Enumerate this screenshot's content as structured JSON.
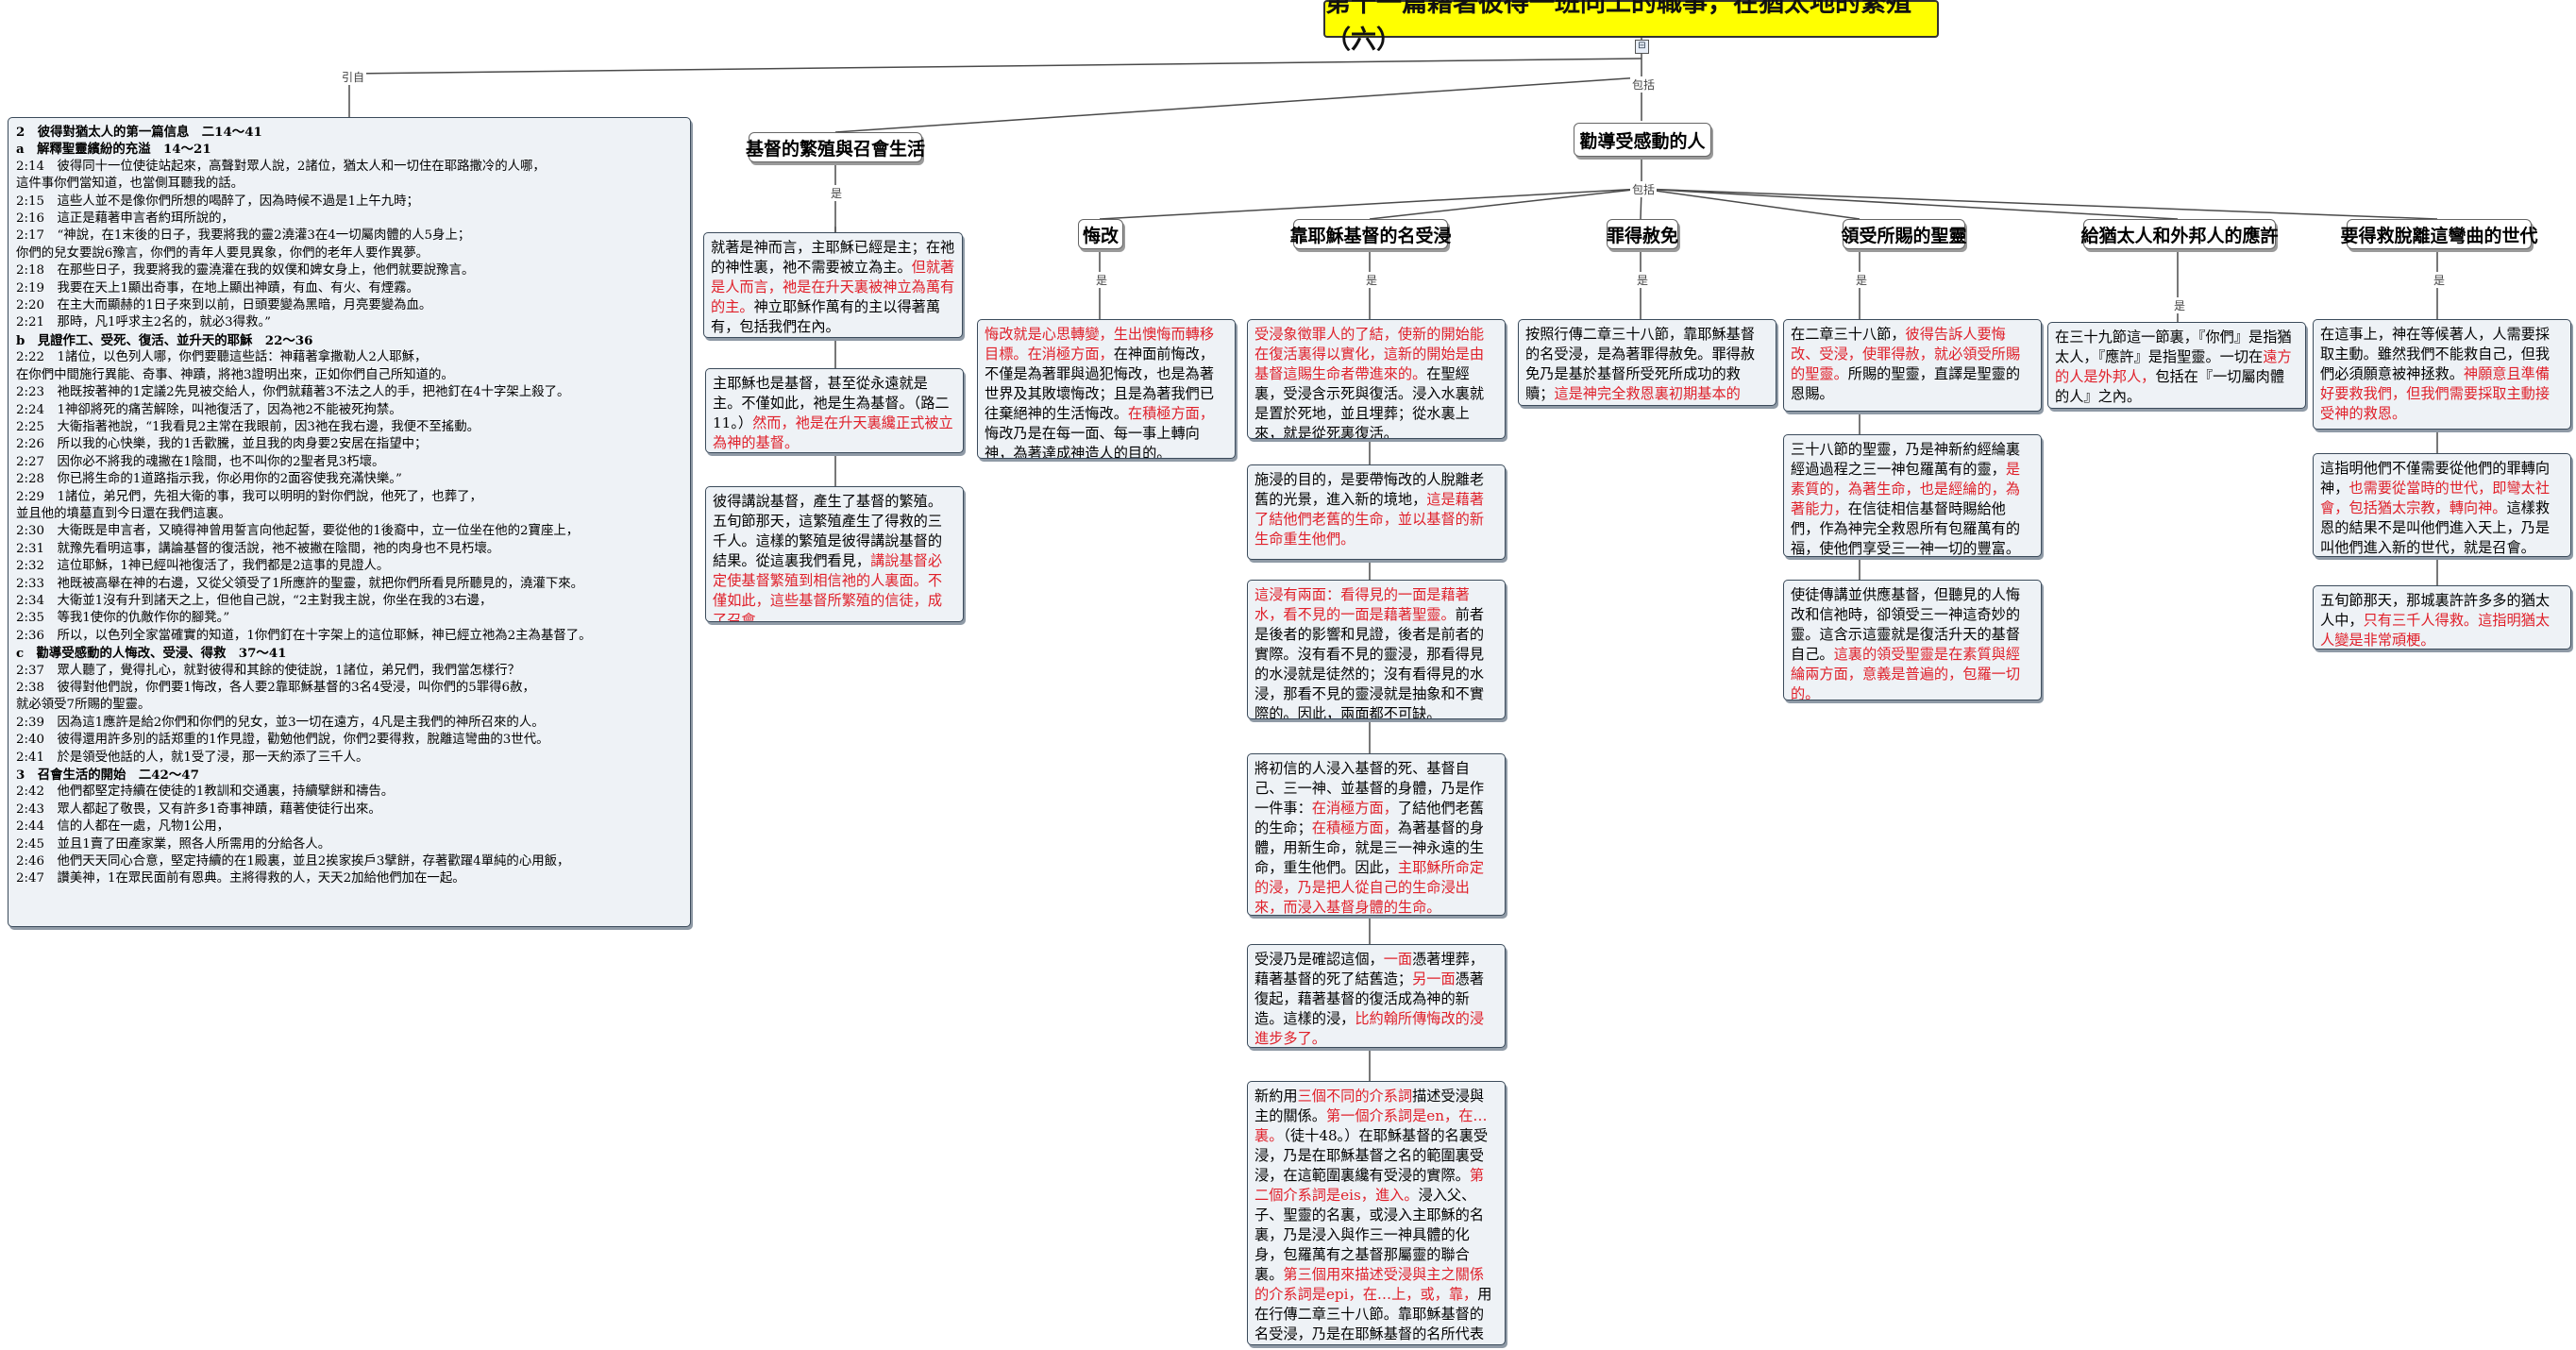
{
  "root": {
    "title": "第十一篇藉著彼得一班同工的職事，在猶太地的繁殖（六）",
    "expander": "⊟"
  },
  "links": {
    "intro": "引自",
    "includes": "包括",
    "topic_a_link": "是",
    "topic_b_link": "包括",
    "sub_links": [
      "是",
      "是",
      "是",
      "是",
      "是",
      "是"
    ]
  },
  "left_panel": {
    "lines": [
      {
        "t": "2　彼得對猶太人的第一篇信息　二14～41",
        "h": true
      },
      {
        "t": "a　解釋聖靈繽紛的充溢　14～21",
        "h": true
      },
      {
        "t": "2:14　彼得同十一位使徒站起來，高聲對眾人說，2諸位，猶太人和一切住在耶路撒冷的人哪，",
        "h": false
      },
      {
        "t": "這件事你們當知道，也當側耳聽我的話。",
        "h": false
      },
      {
        "t": "2:15　這些人並不是像你們所想的喝醉了，因為時候不過是1上午九時；",
        "h": false
      },
      {
        "t": "2:16　這正是藉著申言者約珥所說的，",
        "h": false
      },
      {
        "t": "2:17　“神說，在1末後的日子，我要將我的靈2澆灌3在4一切屬肉體的人5身上；",
        "h": false
      },
      {
        "t": "你們的兒女要說6豫言，你們的青年人要見異象，你們的老年人要作異夢。",
        "h": false
      },
      {
        "t": "2:18　在那些日子，我要將我的靈澆灌在我的奴僕和婢女身上，他們就要說豫言。",
        "h": false
      },
      {
        "t": "2:19　我要在天上1顯出奇事，在地上顯出神蹟，有血、有火、有煙霧。",
        "h": false
      },
      {
        "t": "2:20　在主大而顯赫的1日子來到以前，日頭要變為黑暗，月亮要變為血。",
        "h": false
      },
      {
        "t": "2:21　那時，凡1呼求主2名的，就必3得救。”",
        "h": false
      },
      {
        "t": "b　見證作工、受死、復活、並升天的耶穌　22～36",
        "h": true
      },
      {
        "t": "2:22　1諸位，以色列人哪，你們要聽這些話：神藉著拿撒勒人2人耶穌，",
        "h": false
      },
      {
        "t": "在你們中間施行異能、奇事、神蹟，將祂3證明出來，正如你們自己所知道的。",
        "h": false
      },
      {
        "t": "2:23　祂既按著神的1定議2先見被交給人，你們就藉著3不法之人的手，把祂釘在4十字架上殺了。",
        "h": false
      },
      {
        "t": "2:24　1神卻將死的痛苦解除，叫祂復活了，因為祂2不能被死拘禁。",
        "h": false
      },
      {
        "t": "2:25　大衛指著祂說，“1我看見2主常在我眼前，因3祂在我右邊，我便不至搖動。",
        "h": false
      },
      {
        "t": "2:26　所以我的心快樂，我的1舌歡騰，並且我的肉身要2安居在指望中；",
        "h": false
      },
      {
        "t": "2:27　因你必不將我的魂撇在1陰間，也不叫你的2聖者見3朽壞。",
        "h": false
      },
      {
        "t": "2:28　你已將生命的1道路指示我，你必用你的2面容使我充滿快樂。”",
        "h": false
      },
      {
        "t": "2:29　1諸位，弟兄們，先祖大衛的事，我可以明明的對你們說，他死了，也葬了，",
        "h": false
      },
      {
        "t": "並且他的墳墓直到今日還在我們這裏。",
        "h": false
      },
      {
        "t": "2:30　大衛既是申言者，又曉得神曾用誓言向他起誓，要從他的1後裔中，立一位坐在他的2寶座上，",
        "h": false
      },
      {
        "t": "2:31　就豫先看明這事，講論基督的復活說，祂不被撇在陰間，祂的肉身也不見朽壞。",
        "h": false
      },
      {
        "t": "2:32　這位耶穌，1神已經叫祂復活了，我們都是2這事的見證人。",
        "h": false
      },
      {
        "t": "2:33　祂既被高舉在神的右邊，又從父領受了1所應許的聖靈，就把你們所看見所聽見的，澆灌下來。",
        "h": false
      },
      {
        "t": "2:34　大衛並1沒有升到諸天之上，但他自己說，“2主對我主說，你坐在我的3右邊，",
        "h": false
      },
      {
        "t": "2:35　等我1使你的仇敵作你的腳凳。”",
        "h": false
      },
      {
        "t": "2:36　所以，以色列全家當確實的知道，1你們釘在十字架上的這位耶穌，神已經立祂為2主為基督了。",
        "h": false
      },
      {
        "t": "c　勸導受感動的人悔改、受浸、得救　37～41",
        "h": true
      },
      {
        "t": "2:37　眾人聽了，覺得扎心，就對彼得和其餘的使徒說，1諸位，弟兄們，我們當怎樣行？",
        "h": false
      },
      {
        "t": "2:38　彼得對他們說，你們要1悔改，各人要2靠耶穌基督的3名4受浸，叫你們的5罪得6赦，",
        "h": false
      },
      {
        "t": "就必領受7所賜的聖靈。",
        "h": false
      },
      {
        "t": "2:39　因為這1應許是給2你們和你們的兒女，並3一切在遠方，4凡是主我們的神所召來的人。",
        "h": false
      },
      {
        "t": "2:40　彼得還用許多別的話郑重的1作見證，勸勉他們說，你們2要得救，脫離這彎曲的3世代。",
        "h": false
      },
      {
        "t": "2:41　於是領受他話的人，就1受了浸，那一天約添了三千人。",
        "h": false
      },
      {
        "t": "3　召會生活的開始　二42～47",
        "h": true
      },
      {
        "t": "2:42　他們都堅定持續在使徒的1教訓和交通裏，持續擘餅和禱告。",
        "h": false
      },
      {
        "t": "2:43　眾人都起了敬畏，又有許多1奇事神蹟，藉著使徒行出來。",
        "h": false
      },
      {
        "t": "2:44　信的人都在一處，凡物1公用，",
        "h": false
      },
      {
        "t": "2:45　並且1賣了田產家業，照各人所需用的分給各人。",
        "h": false
      },
      {
        "t": "2:46　他們天天同心合意，堅定持續的在1殿裏，並且2挨家挨戶3擘餅，存著歡躍4單純的心用飯，",
        "h": false
      },
      {
        "t": "2:47　讚美神，1在眾民面前有恩典。主將得救的人，天天2加給他們加在一起。",
        "h": false
      }
    ]
  },
  "topics": {
    "church": "基督的繁殖與召會生活",
    "exhort": "勸導受感動的人",
    "repent": "悔改",
    "baptize": "靠耶穌基督的名受浸",
    "forgive": "罪得赦免",
    "spirit": "領受所賜的聖靈",
    "promise": "給猶太人和外邦人的應許",
    "saved": "要得救脫離這彎曲的世代"
  },
  "notes": {
    "church1": [
      {
        "t": "就著是神而言，主耶穌已經是主；在祂的神性裏，祂不需要被立為主。",
        "r": false
      },
      {
        "t": "但就著是人而言，祂是在升天裏被神立為萬有的主。",
        "r": true
      },
      {
        "t": "神立耶穌作萬有的主以得著萬有，包括我們在內。",
        "r": false
      }
    ],
    "church2": [
      {
        "t": "主耶穌也是基督，甚至從永遠就是主。不僅如此，祂是生為基督。（路二11。）",
        "r": false
      },
      {
        "t": "然而，祂是在升天裏纔正式被立為神的基督。",
        "r": true
      }
    ],
    "church3": [
      {
        "t": "彼得講說基督，產生了基督的繁殖。五旬節那天，這繁殖產生了得救的三千人。這樣的繁殖是彼得講說基督的結果。從這裏我們看見，",
        "r": false
      },
      {
        "t": "講說基督必定使基督繁殖到相信祂的人裏面。不僅如此，這些基督所繁殖的信徒，成了召會。",
        "r": true
      }
    ],
    "repent": [
      {
        "t": "悔改就是心思轉變，生出懊悔而轉移目標。在消極方面，",
        "r": true
      },
      {
        "t": "在神面前悔改，不僅是為著罪與過犯悔改，也是為著世界及其敗壞悔改；且是為著我們已往棄絕神的生活悔改。",
        "r": false
      },
      {
        "t": "在積極方面，",
        "r": true
      },
      {
        "t": "悔改乃是在每一面、每一事上轉向神，為著達成神造人的目的。",
        "r": false
      }
    ],
    "baptize1": [
      {
        "t": "受浸象徵罪人的了結，使新的開始能在復活裏得以實化，這新的開始是由基督這賜生命者帶進來的。",
        "r": true
      },
      {
        "t": "在聖經裏，受浸含示死與復活。浸入水裏就是置於死地，並且埋葬；從水裏上來，就是從死裏復活。",
        "r": false
      }
    ],
    "baptize2": [
      {
        "t": "施浸的目的，是要帶悔改的人脫離老舊的光景，進入新的境地，",
        "r": false
      },
      {
        "t": "這是藉著了結他們老舊的生命，並以基督的新生命重生他們。",
        "r": true
      }
    ],
    "baptize3": [
      {
        "t": "這浸有兩面：看得見的一面是藉著水，看不見的一面是藉著聖靈。",
        "r": true
      },
      {
        "t": "前者是後者的影響和見證，後者是前者的實際。沒有看不見的靈浸，那看得見的水浸就是徒然的；沒有看得見的水浸，那看不見的靈浸就是抽象和不實際的。因此，兩面都不可缺。",
        "r": false
      }
    ],
    "baptize4": [
      {
        "t": "將初信的人浸入基督的死、基督自己、三一神、並基督的身體，乃是作一件事：",
        "r": false
      },
      {
        "t": "在消極方面，",
        "r": true
      },
      {
        "t": "了結他們老舊的生命；",
        "r": false
      },
      {
        "t": "在積極方面，",
        "r": true
      },
      {
        "t": "為著基督的身體，用新生命，就是三一神永遠的生命，重生他們。因此，",
        "r": false
      },
      {
        "t": "主耶穌所命定的浸，乃是把人從自己的生命浸出來，而浸入基督身體的生命。",
        "r": true
      }
    ],
    "baptize5": [
      {
        "t": "受浸乃是確認這個，",
        "r": false
      },
      {
        "t": "一面",
        "r": true
      },
      {
        "t": "憑著埋葬，藉著基督的死了結舊造；",
        "r": false
      },
      {
        "t": "另一面",
        "r": true
      },
      {
        "t": "憑著復起，藉著基督的復活成為神的新造。這樣的浸，",
        "r": false
      },
      {
        "t": "比約翰所傳悔改的浸進步多了。",
        "r": true
      }
    ],
    "baptize6": [
      {
        "t": "新約用",
        "r": false
      },
      {
        "t": "三個不同的介系詞",
        "r": true
      },
      {
        "t": "描述受浸與主的關係。",
        "r": false
      },
      {
        "t": "第一個介系詞是en，在…裏。",
        "r": true
      },
      {
        "t": "（徒十48。）在耶穌基督的名裏受浸，乃是在耶穌基督之名的範圍裏受浸，在這範圍裏纔有受浸的實際。",
        "r": false
      },
      {
        "t": "第二個介系詞是eis，進入。",
        "r": true
      },
      {
        "t": "浸入父、子、聖靈的名裏，或浸入主耶穌的名裏，乃是浸入與作三一神具體的化身，包羅萬有之基督那屬靈的聯合裏。",
        "r": false
      },
      {
        "t": "第三個用來描述受浸與主之關係的介系詞是epi，在…上，或，靠，",
        "r": true
      },
      {
        "t": "用在行傳二章三十八節。靠耶穌基督的名受浸，乃是在耶穌基督的名所代表的立場上受浸。",
        "r": false
      }
    ],
    "forgive": [
      {
        "t": "按照行傳二章三十八節，靠耶穌基督的名受浸，是為著罪得赦免。罪得赦免乃是基於基督所受死所成功的救贖；",
        "r": false
      },
      {
        "t": "這是神完全救恩裏初期基本的福。",
        "r": true
      }
    ],
    "spirit1": [
      {
        "t": "在二章三十八節，",
        "r": false
      },
      {
        "t": "彼得告訴人要悔改、受浸，使罪得赦，就必領受所賜的聖靈。",
        "r": true
      },
      {
        "t": "所賜的聖靈，直譯是聖靈的恩賜。",
        "r": false
      }
    ],
    "spirit2": [
      {
        "t": "三十八節的聖靈，乃是神新約經綸裏經過過程之三一神包羅萬有的靈，",
        "r": false
      },
      {
        "t": "是素質的，為著生命，也是經綸的，為著能力，",
        "r": true
      },
      {
        "t": "在信徒相信基督時賜給他們，作為神完全救恩所有包羅萬有的福，使他們享受三一神一切的豐富。",
        "r": false
      }
    ],
    "spirit3": [
      {
        "t": "使徒傳講並供應基督，但聽見的人悔改和信祂時，卻領受三一神這奇妙的靈。這含示這靈就是復活升天的基督自己。",
        "r": false
      },
      {
        "t": "這裏的領受聖靈是在素質與經綸兩方面，意義是普遍的，包羅一切的。",
        "r": true
      }
    ],
    "promise": [
      {
        "t": "在三十九節這一節裏，『你們』是指猶太人，『應許』是指聖靈。一切在",
        "r": false
      },
      {
        "t": "遠方的人是外邦人，",
        "r": true
      },
      {
        "t": "包括在『一切屬肉體的人』之內。",
        "r": false
      }
    ],
    "saved1": [
      {
        "t": "在這事上，神在等候著人，人需要採取主動。雖然我們不能救自己，但我們必須願意被神拯救。",
        "r": false
      },
      {
        "t": "神願意且準備好要救我們，但我們需要採取主動接受神的救恩。",
        "r": true
      }
    ],
    "saved2": [
      {
        "t": "這指明他們不僅需要從他們的罪轉向神，",
        "r": false
      },
      {
        "t": "也需要從當時的世代，即彎太社會，包括猶太宗教，轉向神。",
        "r": true
      },
      {
        "t": "這樣救恩的結果不是叫他們進入天上，乃是叫他們進入新的世代，就是召會。",
        "r": false
      }
    ],
    "saved3": [
      {
        "t": "五旬節那天，那城裏許許多多的猶太人中，",
        "r": false
      },
      {
        "t": "只有三千人得救。這指明猶太人變是非常頑梗。",
        "r": true
      }
    ]
  }
}
